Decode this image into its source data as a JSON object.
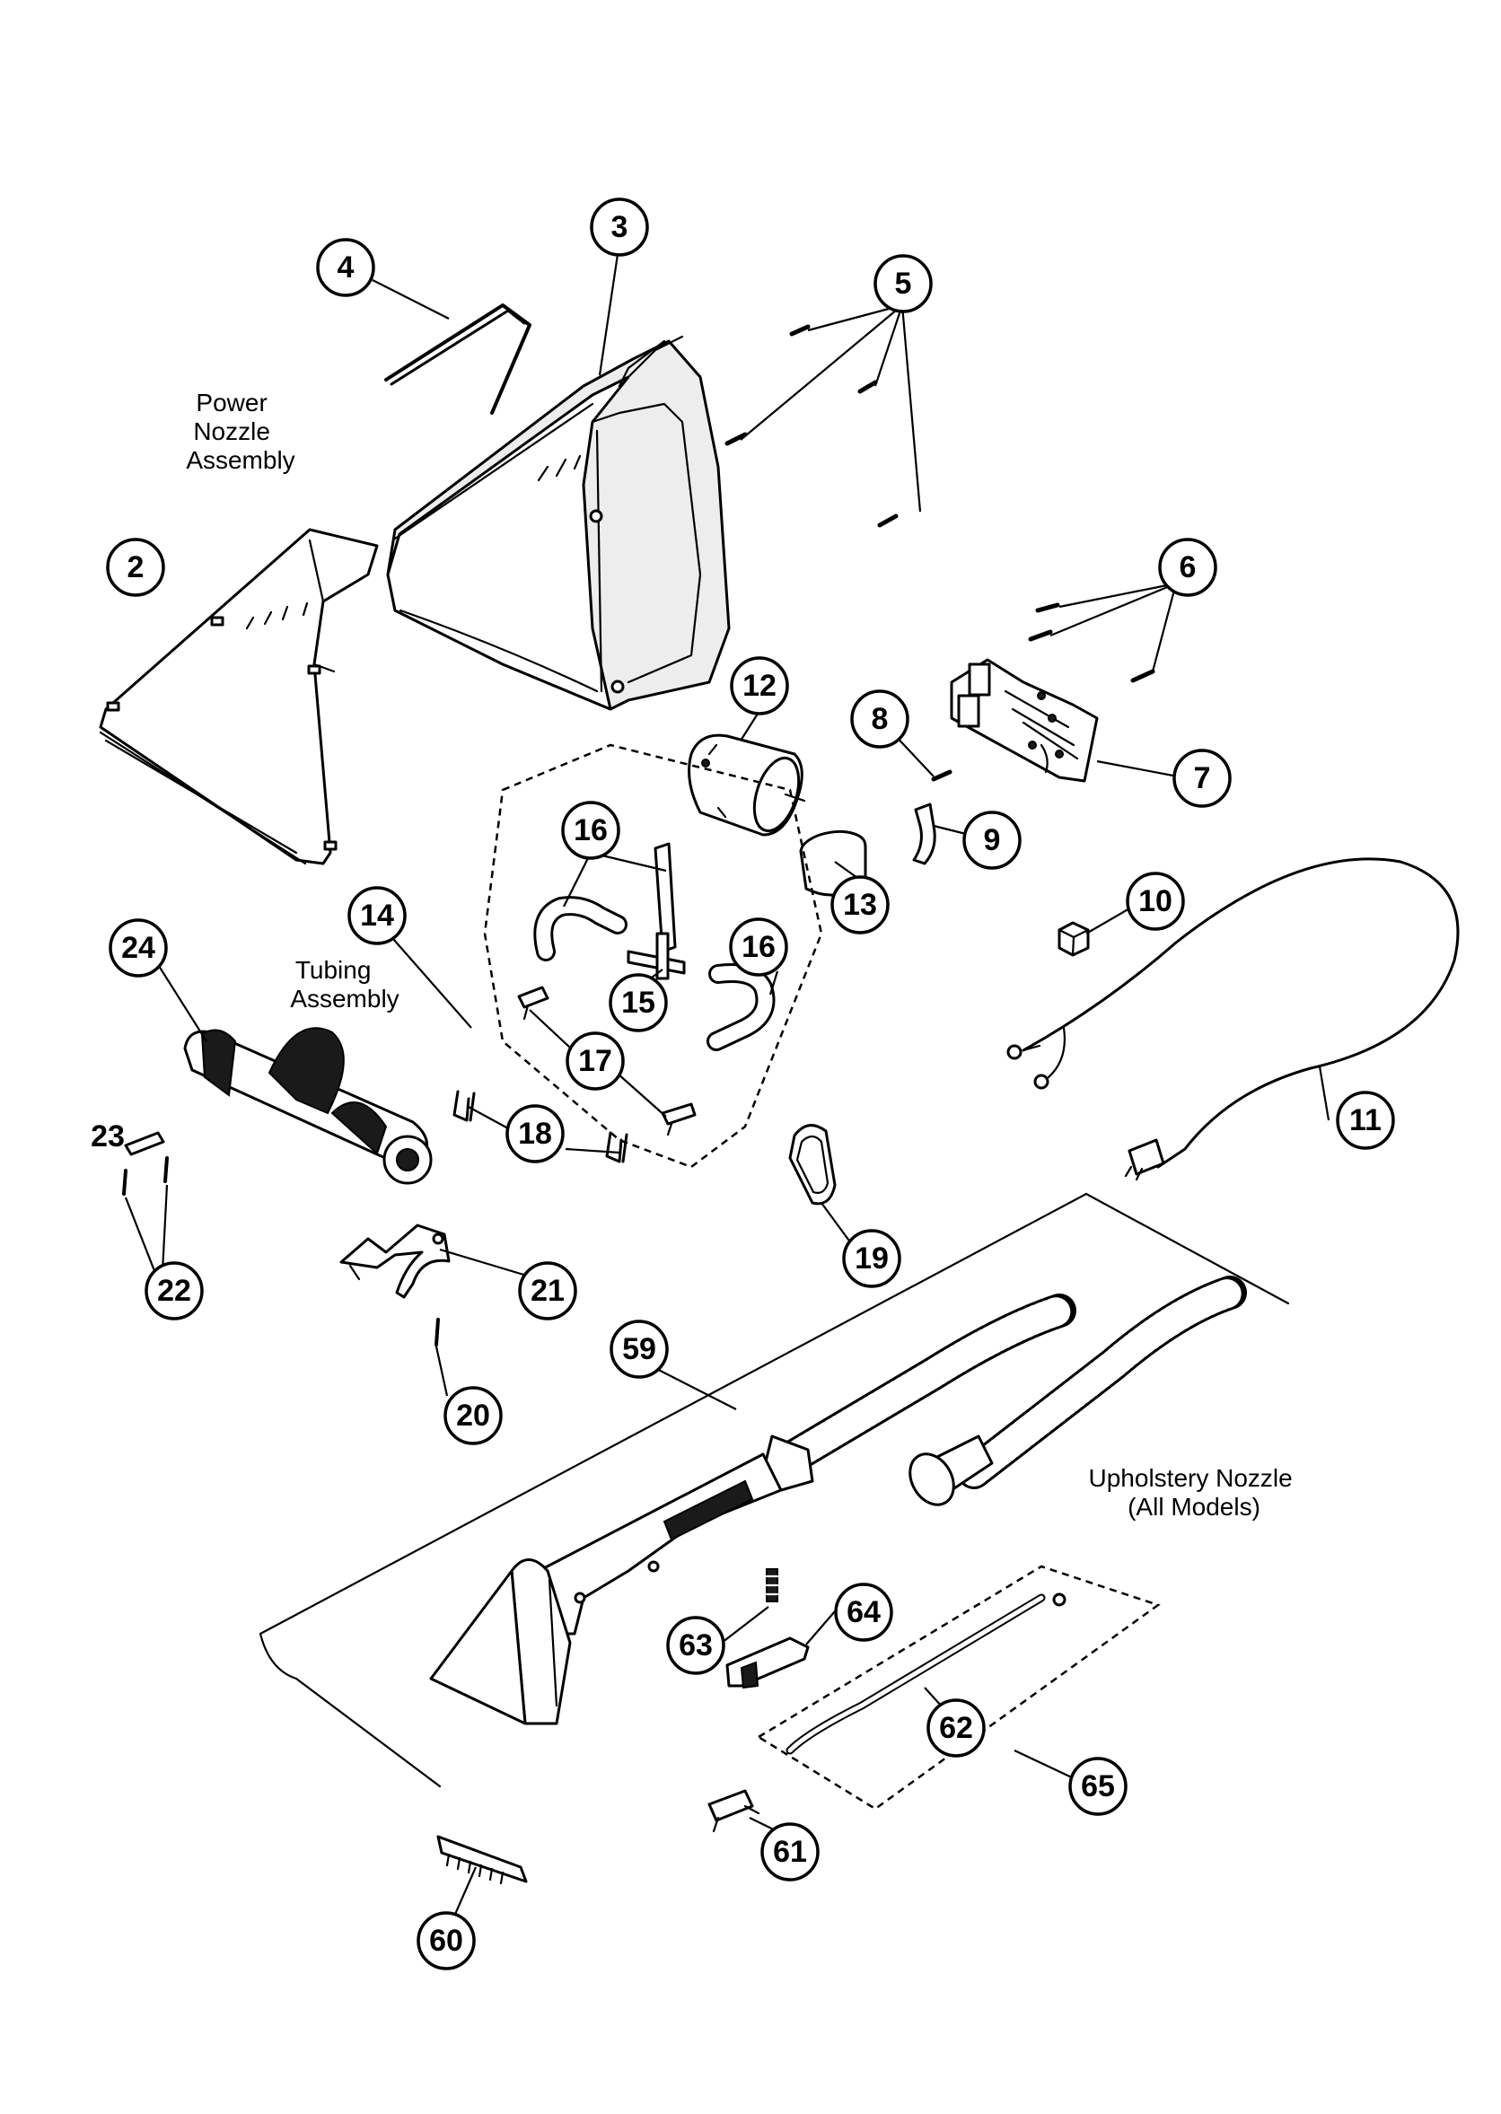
{
  "labels": {
    "power_nozzle": [
      "Power",
      "Nozzle",
      "Assembly"
    ],
    "tubing": [
      "Tubing",
      "Assembly"
    ],
    "upholstery": [
      "Upholstery Nozzle",
      "(All Models)"
    ]
  },
  "callouts": {
    "c2": "2",
    "c3": "3",
    "c4": "4",
    "c5": "5",
    "c6": "6",
    "c7": "7",
    "c8": "8",
    "c9": "9",
    "c10": "10",
    "c11": "11",
    "c12": "12",
    "c13": "13",
    "c14": "14",
    "c15": "15",
    "c16a": "16",
    "c16b": "16",
    "c17": "17",
    "c18": "18",
    "c19": "19",
    "c20": "20",
    "c21": "21",
    "c22": "22",
    "c23": "23",
    "c24": "24",
    "c59": "59",
    "c60": "60",
    "c61": "61",
    "c62": "62",
    "c63": "63",
    "c64": "64",
    "c65": "65"
  }
}
